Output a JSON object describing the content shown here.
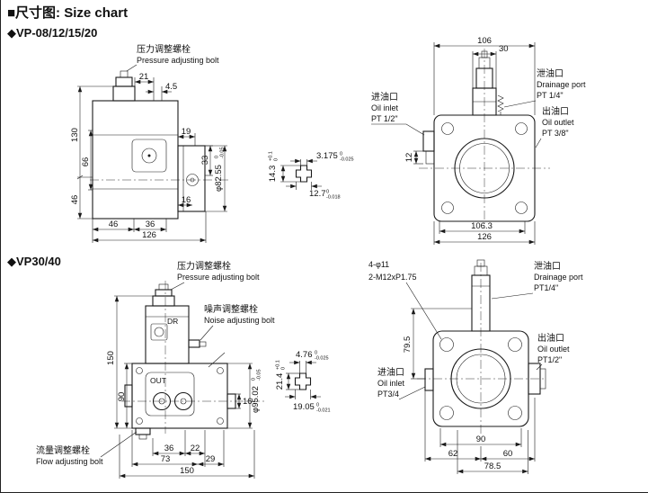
{
  "header": {
    "title": "■尺寸图: Size chart",
    "section_top": "◆VP-08/12/15/20",
    "section_bottom": "◆VP30/40"
  },
  "vp08": {
    "pressure_bolt_cn": "压力调整螺栓",
    "pressure_bolt_en": "Pressure adjusting bolt",
    "drain_cn": "泄油口",
    "drain_en": "Drainage port",
    "drain_size": "PT 1/4\"",
    "inlet_cn": "进油口",
    "inlet_en": "Oil inlet",
    "inlet_size": "PT 1/2\"",
    "outlet_cn": "出油口",
    "outlet_en": "Oil outlet",
    "outlet_size": "PT 3/8\"",
    "dims": {
      "height_total": "130",
      "height_mid": "66",
      "height_base": "46",
      "top_offset": "21",
      "top_step": "4.5",
      "flange_w": "19",
      "flange_h": "33",
      "port_w": "16",
      "base_a": "46",
      "base_b": "36",
      "width_total": "126",
      "pilot_dia": "φ82.55",
      "pilot_dia_tol_u": "0",
      "pilot_dia_tol_l": "-0.05",
      "key_height": "14.3",
      "key_height_tol_u": "+0.1",
      "key_height_tol_l": "0",
      "key_width": "3.175",
      "key_width_tol_u": "0",
      "key_width_tol_l": "-0.025",
      "shaft_dia": "12.7",
      "shaft_dia_tol_u": "0",
      "shaft_dia_tol_l": "-0.018",
      "front_width": "106",
      "front_offset": "30",
      "front_port": "12",
      "front_base_a": "106.3",
      "front_base_b": "126"
    }
  },
  "vp30": {
    "pressure_bolt_cn": "压力调整螺栓",
    "pressure_bolt_en": "Pressure adjusting bolt",
    "noise_bolt_cn": "噪声调整螺栓",
    "noise_bolt_en": "Noise adjusting bolt",
    "flow_bolt_cn": "流量调整螺栓",
    "flow_bolt_en": "Flow adjusting bolt",
    "port_dr": "DR",
    "port_out": "OUT",
    "holes": "4-φ11",
    "thread": "2-M12xP1.75",
    "drain_cn": "泄油口",
    "drain_en": "Drainage port",
    "drain_size": "PT1/4\"",
    "outlet_cn": "出油口",
    "outlet_en": "Oil outlet",
    "outlet_size": "PT1/2\"",
    "inlet_cn": "进油口",
    "inlet_en": "Oil inlet",
    "inlet_size": "PT3/4",
    "dims": {
      "height_total": "150",
      "height_body": "90",
      "shaft_len": "16",
      "pilot_dia": "φ95.02",
      "pilot_dia_tol_u": "0",
      "pilot_dia_tol_l": "-0.05",
      "base_a": "36",
      "base_b": "22",
      "base_c": "73",
      "base_d": "29",
      "width_total": "150",
      "key_width": "4.76",
      "key_width_tol_u": "0",
      "key_width_tol_l": "-0.025",
      "shaft_dia": "19.05",
      "shaft_dia_tol_u": "0",
      "shaft_dia_tol_l": "-0.021",
      "key_height": "21.4",
      "key_height_tol_u": "+0.1",
      "key_height_tol_l": "0",
      "front_height": "79.5",
      "front_bolt_span": "90",
      "front_base_a": "62",
      "front_base_b": "60",
      "front_base_c": "78.5"
    }
  }
}
